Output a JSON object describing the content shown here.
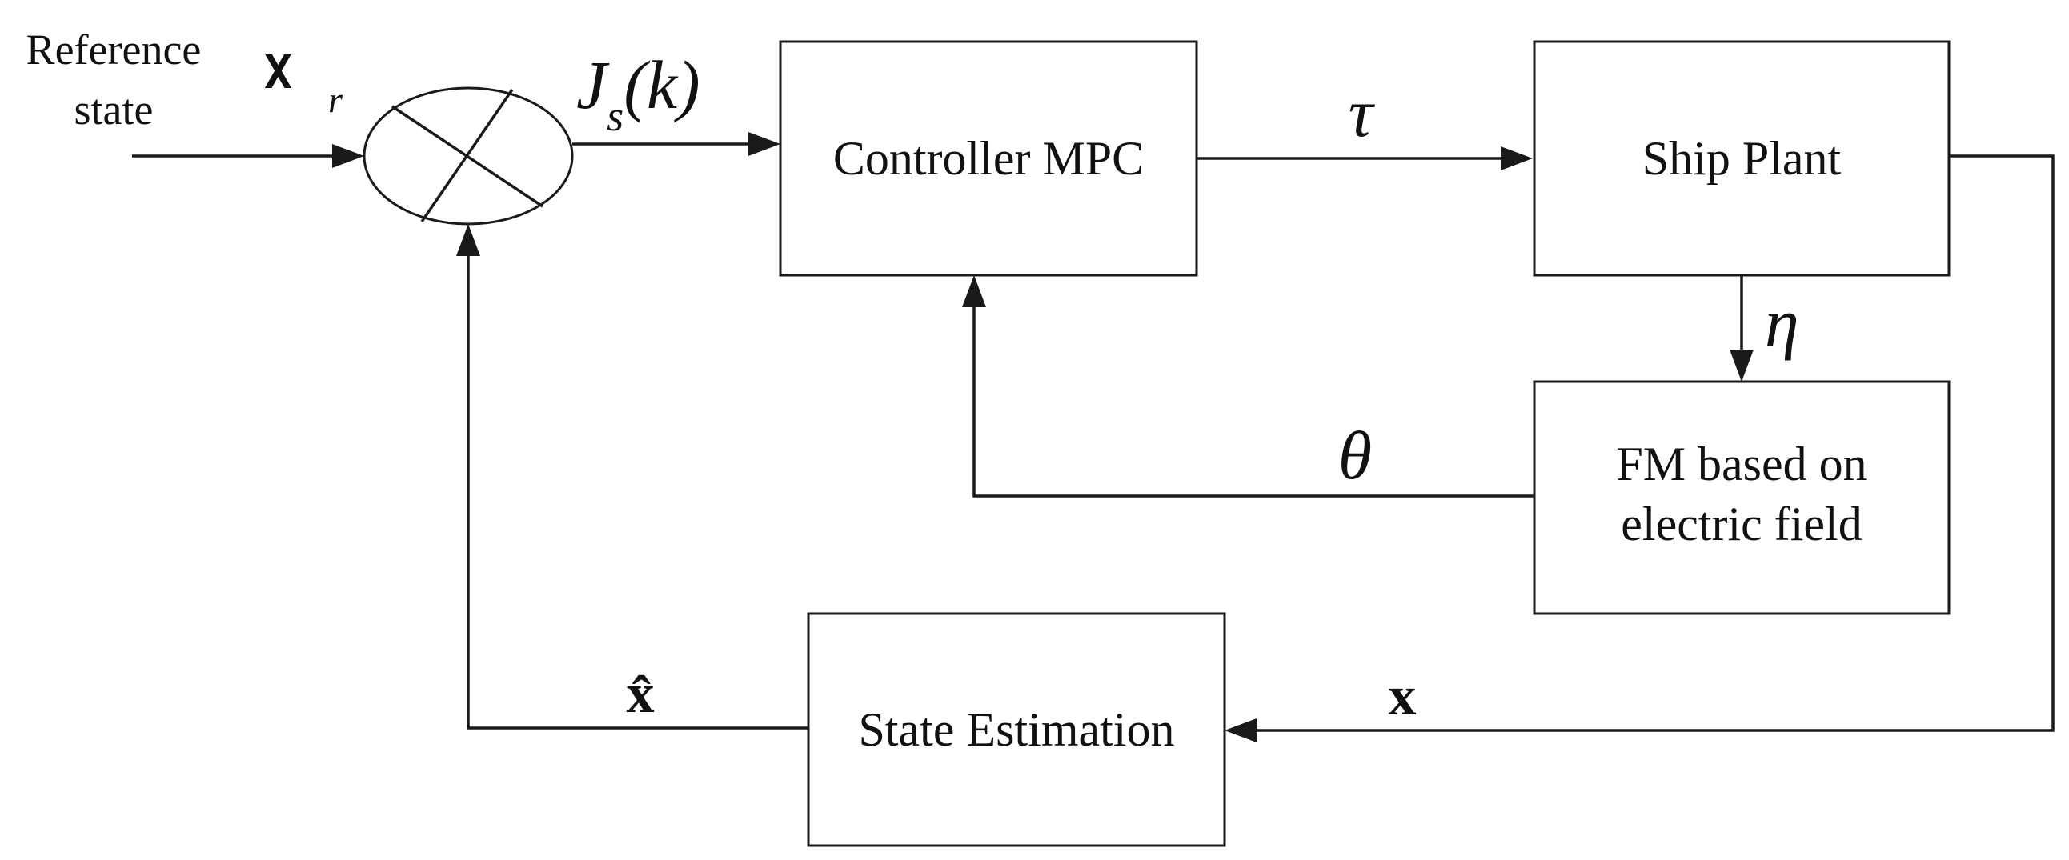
{
  "reference": {
    "line1": "Reference",
    "line2": "state",
    "symbol": "X",
    "symbol_sub": "r"
  },
  "signals": {
    "error": "J",
    "error_sub": "s",
    "error_arg": "(k)",
    "tau": "τ",
    "eta": "η",
    "theta": "θ",
    "state": "x",
    "state_hat": "x̂"
  },
  "blocks": {
    "controller": "Controller MPC",
    "plant": "Ship Plant",
    "fm_line1": "FM based on",
    "fm_line2": "electric field",
    "estimation": "State Estimation"
  }
}
